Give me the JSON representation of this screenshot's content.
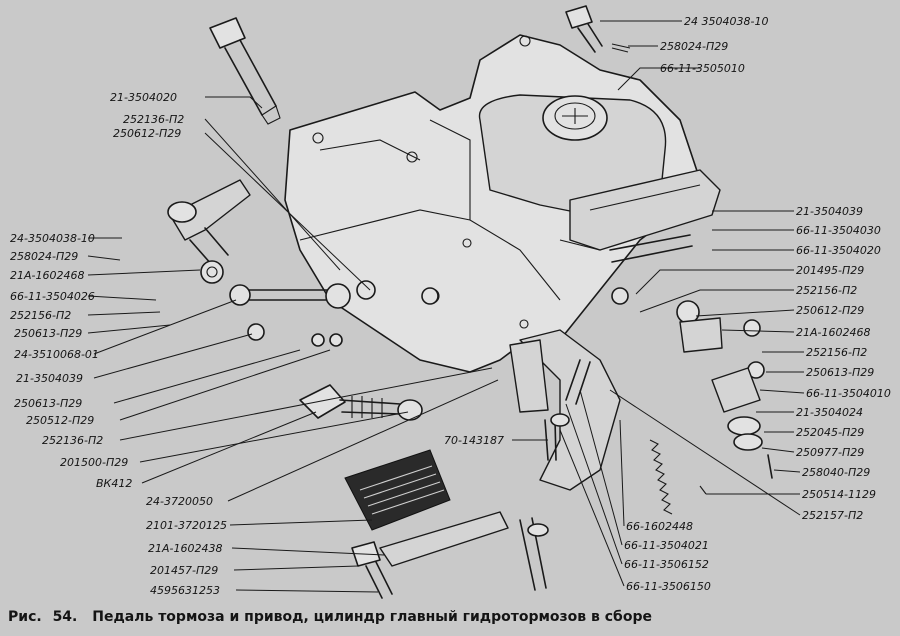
{
  "labels": {
    "l01": "24 3504038-10",
    "l02": "258024-П29",
    "l03": "66-11-3505010",
    "l04": "21-3504020",
    "l05": "252136-П2",
    "l06": "250612-П29",
    "l07": "24-3504038-10",
    "l08": "258024-П29",
    "l09": "21А-1602468",
    "l10": "66-11-3504026",
    "l11": "252156-П2",
    "l12": "250613-П29",
    "l13": "24-3510068-01",
    "l14": "21-3504039",
    "l15": "250613-П29",
    "l16": "250512-П29",
    "l17": "252136-П2",
    "l18": "201500-П29",
    "l19": "ВК412",
    "l20": "24-3720050",
    "l21": "2101-3720125",
    "l22": "21А-1602438",
    "l23": "201457-П29",
    "l24": "4595631253",
    "l25": "70-143187",
    "l26": "21-3504039",
    "l27": "66-11-3504030",
    "l28": "66-11-3504020",
    "l29": "201495-П29",
    "l30": "252156-П2",
    "l31": "250612-П29",
    "l32": "21А-1602468",
    "l33": "252156-П2",
    "l34": "250613-П29",
    "l35": "66-11-3504010",
    "l36": "21-3504024",
    "l37": "252045-П29",
    "l38": "250977-П29",
    "l39": "258040-П29",
    "l40": "250514-1129",
    "l41": "252157-П2",
    "l42": "66-1602448",
    "l43": "66-11-3504021",
    "l44": "66-11-3506152",
    "l45": "66-11-3506150"
  },
  "caption": {
    "prefix": "Рис.",
    "number": "54.",
    "text": "Педаль тормоза и привод, цилиндр главный гидротормозов в сборе"
  }
}
